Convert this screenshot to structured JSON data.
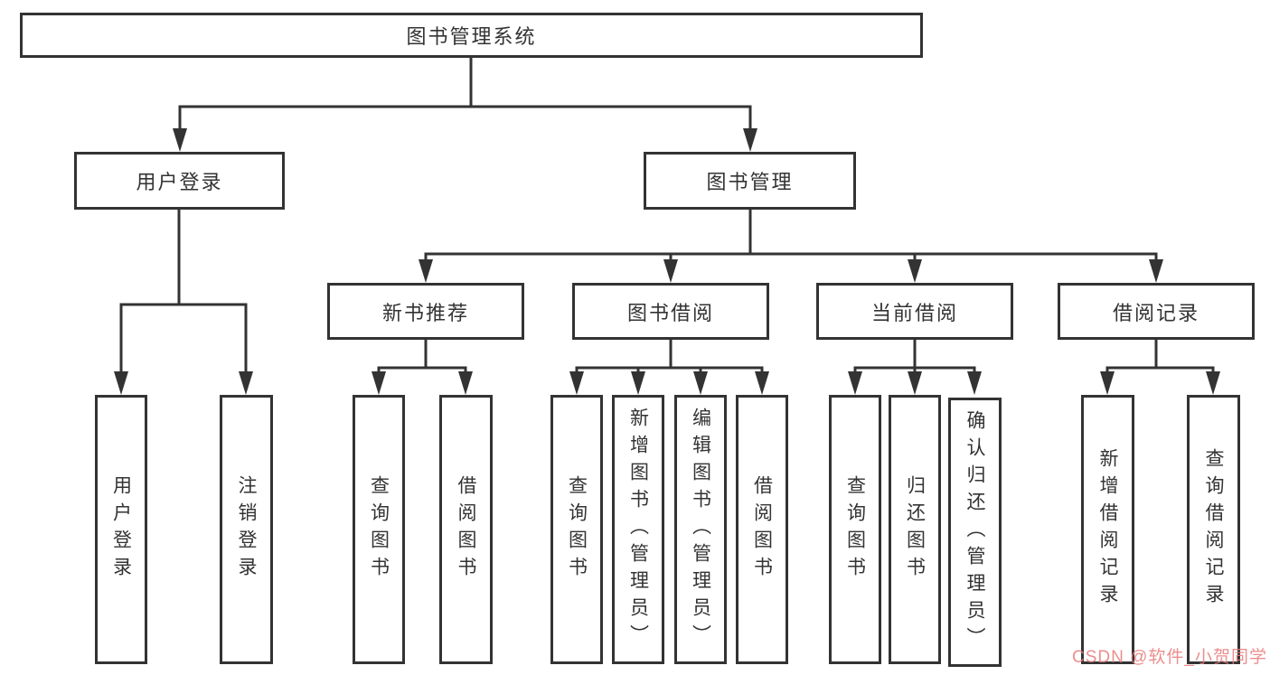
{
  "diagram": {
    "title": "图书管理系统",
    "nodes": {
      "root": {
        "label": "图书管理系统"
      },
      "userLogin": {
        "label": "用户登录"
      },
      "bookMgmt": {
        "label": "图书管理"
      },
      "newBook": {
        "label": "新书推荐"
      },
      "bookBorrow": {
        "label": "图书借阅"
      },
      "currentBorrow": {
        "label": "当前借阅"
      },
      "borrowRecord": {
        "label": "借阅记录"
      },
      "leafUserLogin": {
        "label": "用户登录"
      },
      "leafLogout": {
        "label": "注销登录"
      },
      "leafNbQuery": {
        "label": "查询图书"
      },
      "leafNbBorrow": {
        "label": "借阅图书"
      },
      "leafBbQuery": {
        "label": "查询图书"
      },
      "leafBbAdd": {
        "label": "新增图书（管理员）"
      },
      "leafBbEdit": {
        "label": "编辑图书（管理员）"
      },
      "leafBbBorrow": {
        "label": "借阅图书"
      },
      "leafCbQuery": {
        "label": "查询图书"
      },
      "leafCbReturn": {
        "label": "归还图书"
      },
      "leafCbConfirm": {
        "label": "确认归还（管理员）"
      },
      "leafBrAdd": {
        "label": "新增借阅记录"
      },
      "leafBrQuery": {
        "label": "查询借阅记录"
      }
    },
    "edges": [
      [
        "root",
        "userLogin"
      ],
      [
        "root",
        "bookMgmt"
      ],
      [
        "userLogin",
        "leafUserLogin"
      ],
      [
        "userLogin",
        "leafLogout"
      ],
      [
        "bookMgmt",
        "newBook"
      ],
      [
        "bookMgmt",
        "bookBorrow"
      ],
      [
        "bookMgmt",
        "currentBorrow"
      ],
      [
        "bookMgmt",
        "borrowRecord"
      ],
      [
        "newBook",
        "leafNbQuery"
      ],
      [
        "newBook",
        "leafNbBorrow"
      ],
      [
        "bookBorrow",
        "leafBbQuery"
      ],
      [
        "bookBorrow",
        "leafBbAdd"
      ],
      [
        "bookBorrow",
        "leafBbEdit"
      ],
      [
        "bookBorrow",
        "leafBbBorrow"
      ],
      [
        "currentBorrow",
        "leafCbQuery"
      ],
      [
        "currentBorrow",
        "leafCbReturn"
      ],
      [
        "currentBorrow",
        "leafCbConfirm"
      ],
      [
        "borrowRecord",
        "leafBrAdd"
      ],
      [
        "borrowRecord",
        "leafBrQuery"
      ]
    ],
    "colors": {
      "stroke": "#333333",
      "background": "#ffffff",
      "watermark_pink": "#e77a7a"
    }
  },
  "watermark": {
    "text": "CSDN @软件_小贺同学"
  }
}
